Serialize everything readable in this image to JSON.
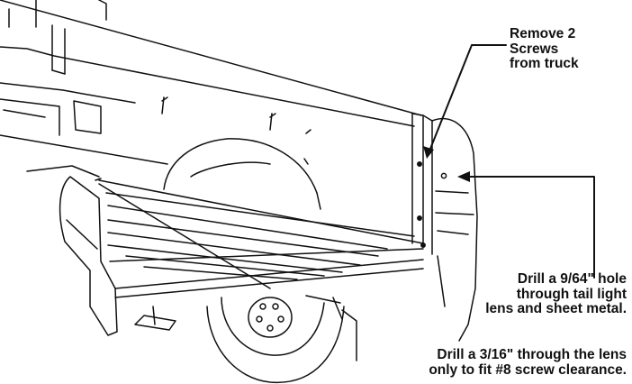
{
  "callouts": {
    "remove_screws": [
      "Remove 2",
      "Screws",
      "from truck"
    ],
    "drill_hole": [
      "Drill a 9/64\" hole",
      "through tail light",
      "lens and sheet metal."
    ],
    "drill_clearance": [
      "Drill a 3/16\" through the lens",
      "only to fit #8 screw clearance."
    ]
  },
  "colors": {
    "line": "#111111",
    "background": "#ffffff"
  }
}
